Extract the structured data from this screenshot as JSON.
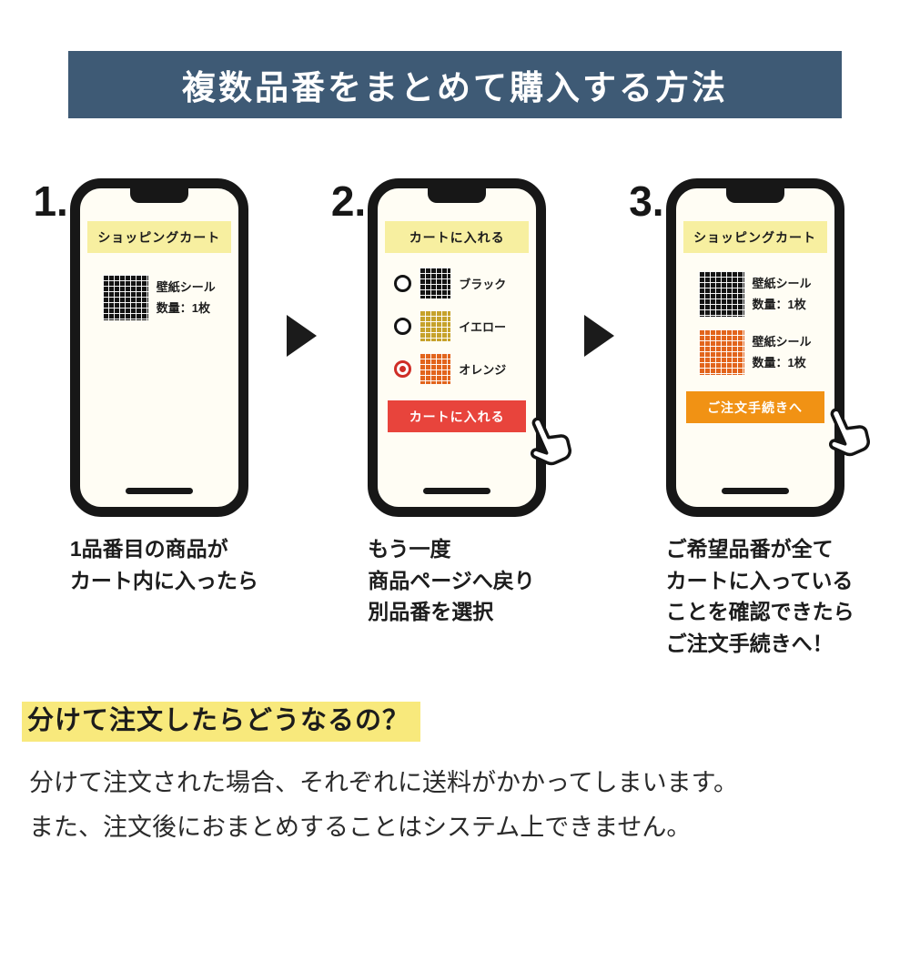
{
  "banner": {
    "title": "複数品番をまとめて購入する方法",
    "bg_color": "#3e5a75"
  },
  "steps": [
    {
      "number": "1.",
      "phone": {
        "header": "ショッピングカート",
        "items": [
          {
            "swatch": "black-grid",
            "name": "壁紙シール",
            "quantity": "数量：1枚"
          }
        ]
      },
      "caption": "1品番目の商品が\nカート内に入ったら"
    },
    {
      "number": "2.",
      "phone": {
        "header": "カートに入れる",
        "options": [
          {
            "swatch": "black-grid",
            "label": "ブラック",
            "selected": false
          },
          {
            "swatch": "yellow-grid",
            "label": "イエロー",
            "selected": false
          },
          {
            "swatch": "orange-grid",
            "label": "オレンジ",
            "selected": true
          }
        ],
        "button": {
          "label": "カートに入れる",
          "color": "#e8443c"
        }
      },
      "caption": "もう一度\n商品ページへ戻り\n別品番を選択"
    },
    {
      "number": "3.",
      "phone": {
        "header": "ショッピングカート",
        "items": [
          {
            "swatch": "black-grid",
            "name": "壁紙シール",
            "quantity": "数量：1枚"
          },
          {
            "swatch": "orange-grid",
            "name": "壁紙シール",
            "quantity": "数量：1枚"
          }
        ],
        "button": {
          "label": "ご注文手続きへ",
          "color": "#f19214"
        }
      },
      "caption": "ご希望品番が全て\nカートに入っている\nことを確認できたら\nご注文手続きへ！"
    }
  ],
  "note": {
    "heading": "分けて注文したらどうなるの？",
    "highlight_color": "#f8e97c",
    "body": [
      "分けて注文された場合、それぞれに送料がかかってしまいます。",
      "また、注文後におまとめすることはシステム上できません。"
    ]
  }
}
